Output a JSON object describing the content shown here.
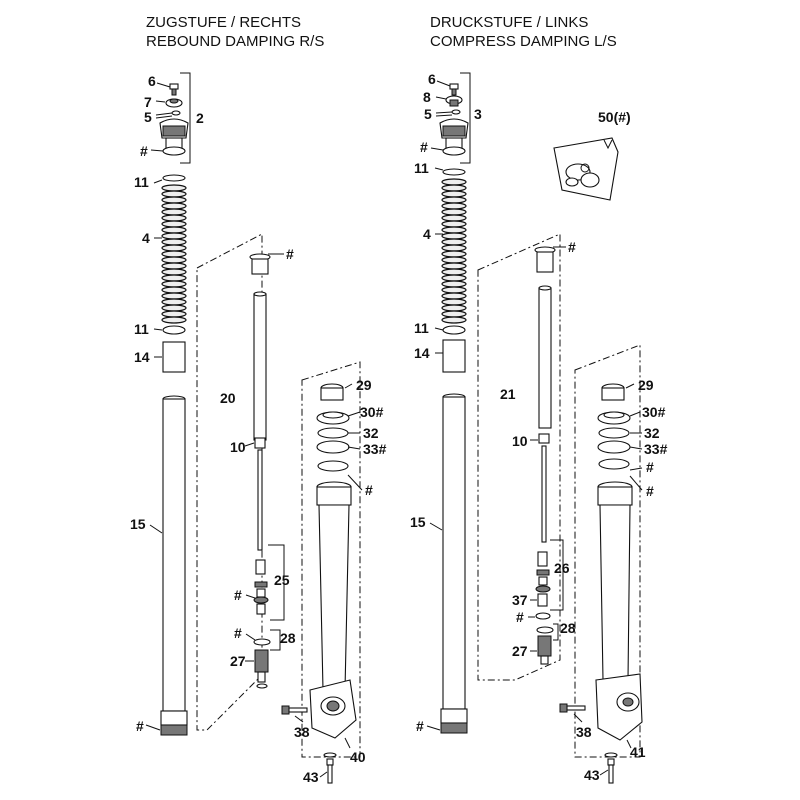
{
  "titles": {
    "right_de": "ZUGSTUFE / RECHTS",
    "right_en": "REBOUND DAMPING R/S",
    "left_de": "DRUCKSTUFE / LINKS",
    "left_en": "COMPRESS DAMPING L/S"
  },
  "labels": {
    "r6": "6",
    "r7": "7",
    "r5": "5",
    "r2": "2",
    "rh1": "#",
    "r11a": "11",
    "r4": "4",
    "r11b": "11",
    "r14": "14",
    "r15": "15",
    "rh2": "#",
    "r20": "20",
    "rh3": "#",
    "r10": "10",
    "r25": "25",
    "rh4": "#",
    "rh5": "#",
    "r28": "28",
    "r27": "27",
    "r29": "29",
    "r30": "30#",
    "r32": "32",
    "r33": "33#",
    "rh6": "#",
    "r38": "38",
    "r40": "40",
    "r43": "43",
    "l6": "6",
    "l8": "8",
    "l5": "5",
    "l3": "3",
    "lh1": "#",
    "l11a": "11",
    "l4": "4",
    "l11b": "11",
    "l14": "14",
    "l15": "15",
    "lh2": "#",
    "l21": "21",
    "lh3": "#",
    "l10": "10",
    "l26": "26",
    "l37": "37",
    "lh4": "#",
    "l28": "28",
    "l27": "27",
    "l29": "29",
    "l30": "30#",
    "l32": "32",
    "l33": "33#",
    "lh5": "#",
    "lh6": "#",
    "l38": "38",
    "l41": "41",
    "l43": "43",
    "kit": "50(#)"
  }
}
